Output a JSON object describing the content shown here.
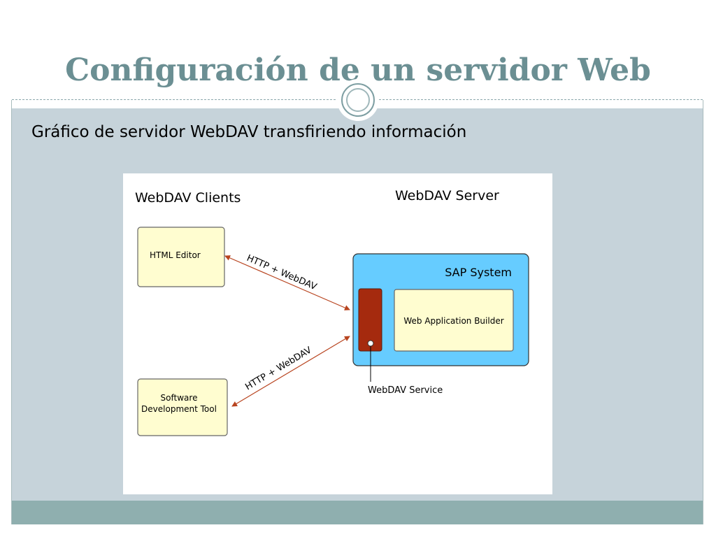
{
  "slide": {
    "title": "Configuración de un servidor Web",
    "subtitle": "Gráfico de servidor WebDAV transfiriendo información"
  },
  "diagram": {
    "clients_heading": "WebDAV Clients",
    "server_heading": "WebDAV Server",
    "html_editor_label": "HTML Editor",
    "software_tool_line1": "Software",
    "software_tool_line2": "Development Tool",
    "sap_system_label": "SAP System",
    "web_app_builder_label": "Web Application Builder",
    "webdav_service_label": "WebDAV Service",
    "upper_link_label": "HTTP + WebDAV",
    "lower_link_label": "HTTP + WebDAV"
  },
  "colors": {
    "title": "#6b8f93",
    "content_background": "#c6d3da",
    "footer": "#8fafaf",
    "client_box": "#fffdd0",
    "sap_system": "#66ccff",
    "service_port": "#a52a0e",
    "arrow": "#b8441f"
  }
}
